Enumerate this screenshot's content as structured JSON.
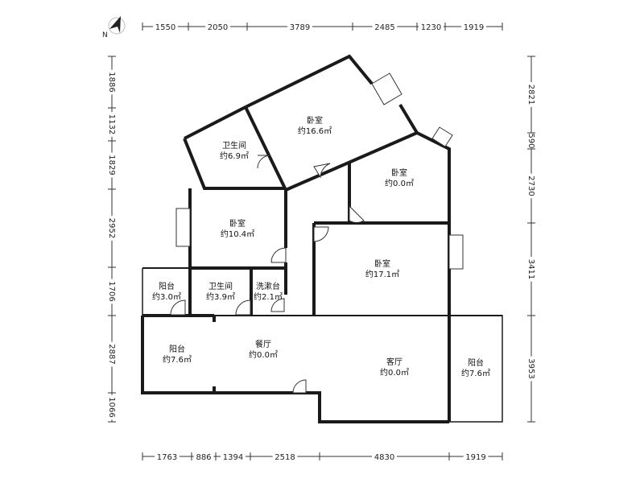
{
  "compass": {
    "label": "N",
    "icon": "compass-arrow-icon"
  },
  "dimensions": {
    "top": [
      "1550",
      "2050",
      "3789",
      "2485",
      "1230",
      "1919"
    ],
    "bottom": [
      "1763",
      "886",
      "1394",
      "2518",
      "4830",
      "1919"
    ],
    "left": [
      "1886",
      "1132",
      "1829",
      "2952",
      "1706",
      "2887",
      "1066"
    ],
    "right": [
      "2821",
      "590",
      "2730",
      "3411",
      "3953"
    ]
  },
  "rooms": [
    {
      "id": "bedroom-top",
      "name": "卧室",
      "area": "约16.6㎡"
    },
    {
      "id": "bathroom-upper",
      "name": "卫生间",
      "area": "约6.9㎡"
    },
    {
      "id": "bedroom-small",
      "name": "卧室",
      "area": "约0.0㎡"
    },
    {
      "id": "bedroom-left",
      "name": "卧室",
      "area": "约10.4㎡"
    },
    {
      "id": "bedroom-main",
      "name": "卧室",
      "area": "约17.1㎡"
    },
    {
      "id": "balcony-small",
      "name": "阳台",
      "area": "约3.0㎡"
    },
    {
      "id": "bathroom-lower",
      "name": "卫生间",
      "area": "约3.9㎡"
    },
    {
      "id": "washroom",
      "name": "洗漱台",
      "area": "约2.1㎡"
    },
    {
      "id": "balcony-left",
      "name": "阳台",
      "area": "约7.6㎡"
    },
    {
      "id": "dining",
      "name": "餐厅",
      "area": "约0.0㎡"
    },
    {
      "id": "living",
      "name": "客厅",
      "area": "约0.0㎡"
    },
    {
      "id": "balcony-right",
      "name": "阳台",
      "area": "约7.6㎡"
    }
  ]
}
